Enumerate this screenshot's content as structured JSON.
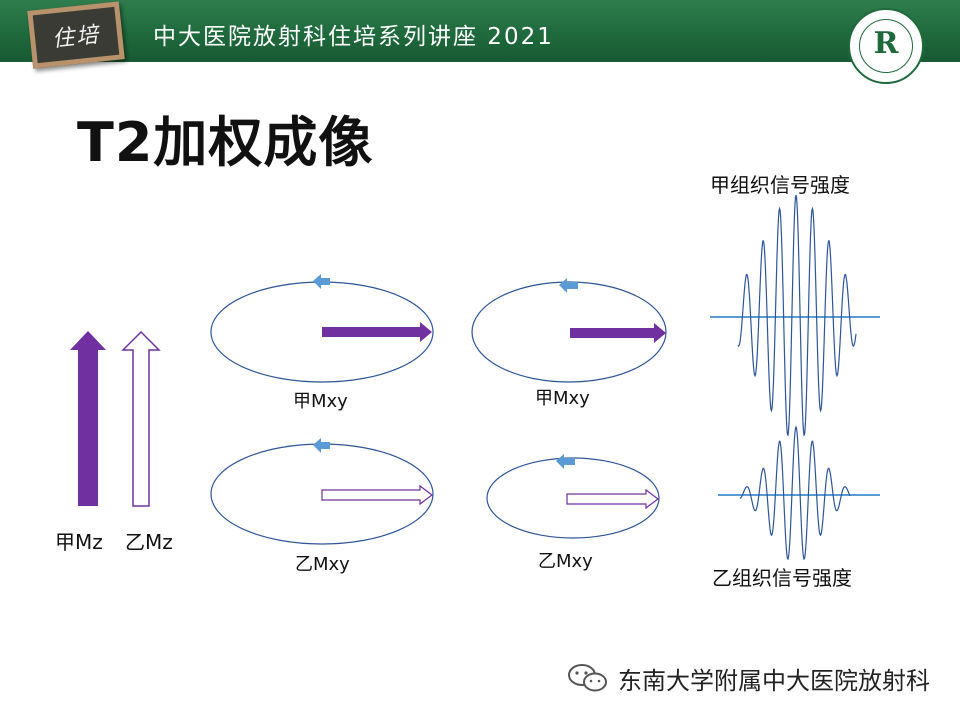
{
  "header": {
    "badge_text": "住培",
    "series_title": "中大医院放射科住培系列讲座 2021",
    "logo_letter": "R"
  },
  "slide": {
    "title": "T2加权成像"
  },
  "labels": {
    "mz_a": "甲Mz",
    "mz_b": "乙Mz",
    "mxy_a_left": "甲Mxy",
    "mxy_a_right": "甲Mxy",
    "mxy_b_left": "乙Mxy",
    "mxy_b_right": "乙Mxy",
    "signal_a": "甲组织信号强度",
    "signal_b": "乙组织信号强度"
  },
  "colors": {
    "banner_green": "#1f6a3c",
    "purple": "#7030a0",
    "ellipse_blue": "#2e5597",
    "small_arrow_blue": "#5b9bd5",
    "signal_axis": "#5b9bd5",
    "signal_wave": "#2e5597"
  },
  "footer": {
    "icon": "wechat-icon",
    "text": "东南大学附属中大医院放射科"
  }
}
